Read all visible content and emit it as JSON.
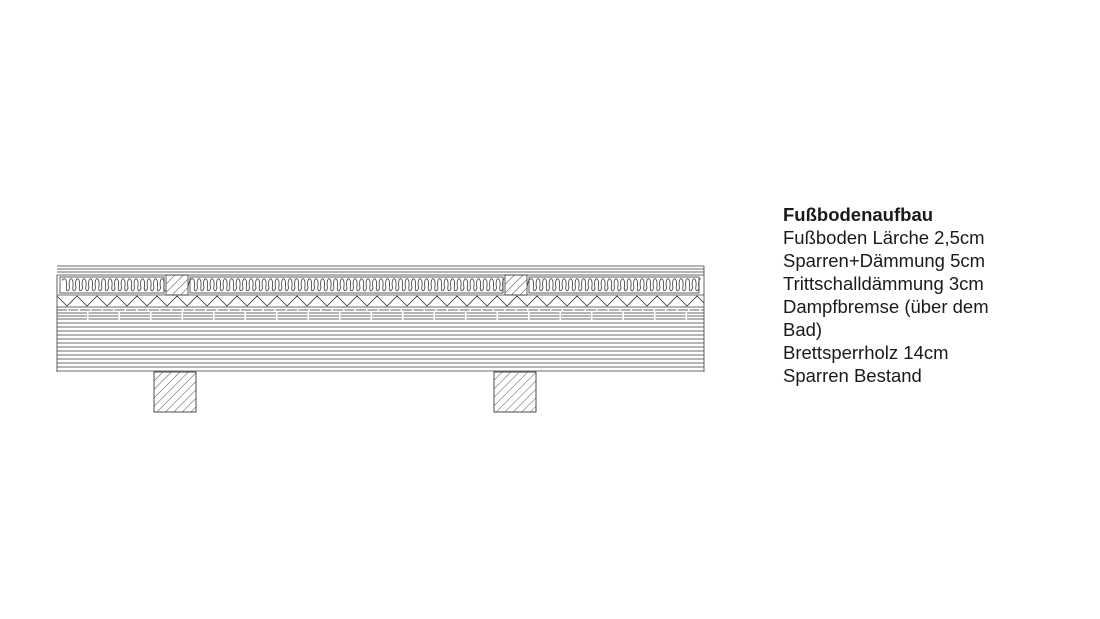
{
  "legend": {
    "title": "Fußbodenaufbau",
    "items": [
      "Fußboden Lärche 2,5cm",
      "Sparren+Dämmung 5cm",
      "Trittschalldämmung 3cm",
      "Dampfbremse (über dem Bad)",
      "Brettsperrholz 14cm",
      "Sparren Bestand"
    ]
  },
  "colors": {
    "line": "#3a3a3a",
    "background": "#ffffff"
  },
  "icons": {
    "insulation": "batt-insulation-loops",
    "impact_sound": "zigzag-insulation",
    "timber_section": "diagonal-hatch"
  }
}
